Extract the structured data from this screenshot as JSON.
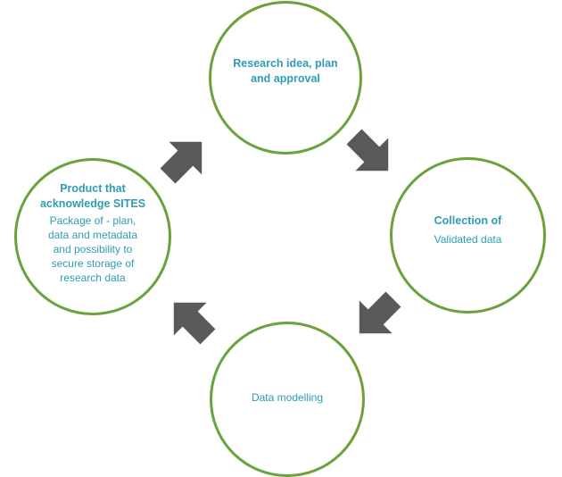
{
  "diagram": {
    "nodes": [
      {
        "id": "research",
        "title": "Research idea, plan\nand approval",
        "body": ""
      },
      {
        "id": "collection",
        "title": "Collection of",
        "body": "Validated data"
      },
      {
        "id": "modelling",
        "title": "",
        "body": "Data modelling"
      },
      {
        "id": "product",
        "title": "Product that\nacknowledge SITES",
        "body": "Package of - plan,\ndata and metadata\nand possibility to\nsecure storage of\nresearch data"
      }
    ],
    "edges": [
      {
        "from": "research",
        "to": "collection"
      },
      {
        "from": "collection",
        "to": "modelling"
      },
      {
        "from": "modelling",
        "to": "product"
      },
      {
        "from": "product",
        "to": "research"
      }
    ],
    "colors": {
      "circle_border": "#6aa23c",
      "text": "#2f9cb3",
      "arrow": "#595959"
    }
  }
}
